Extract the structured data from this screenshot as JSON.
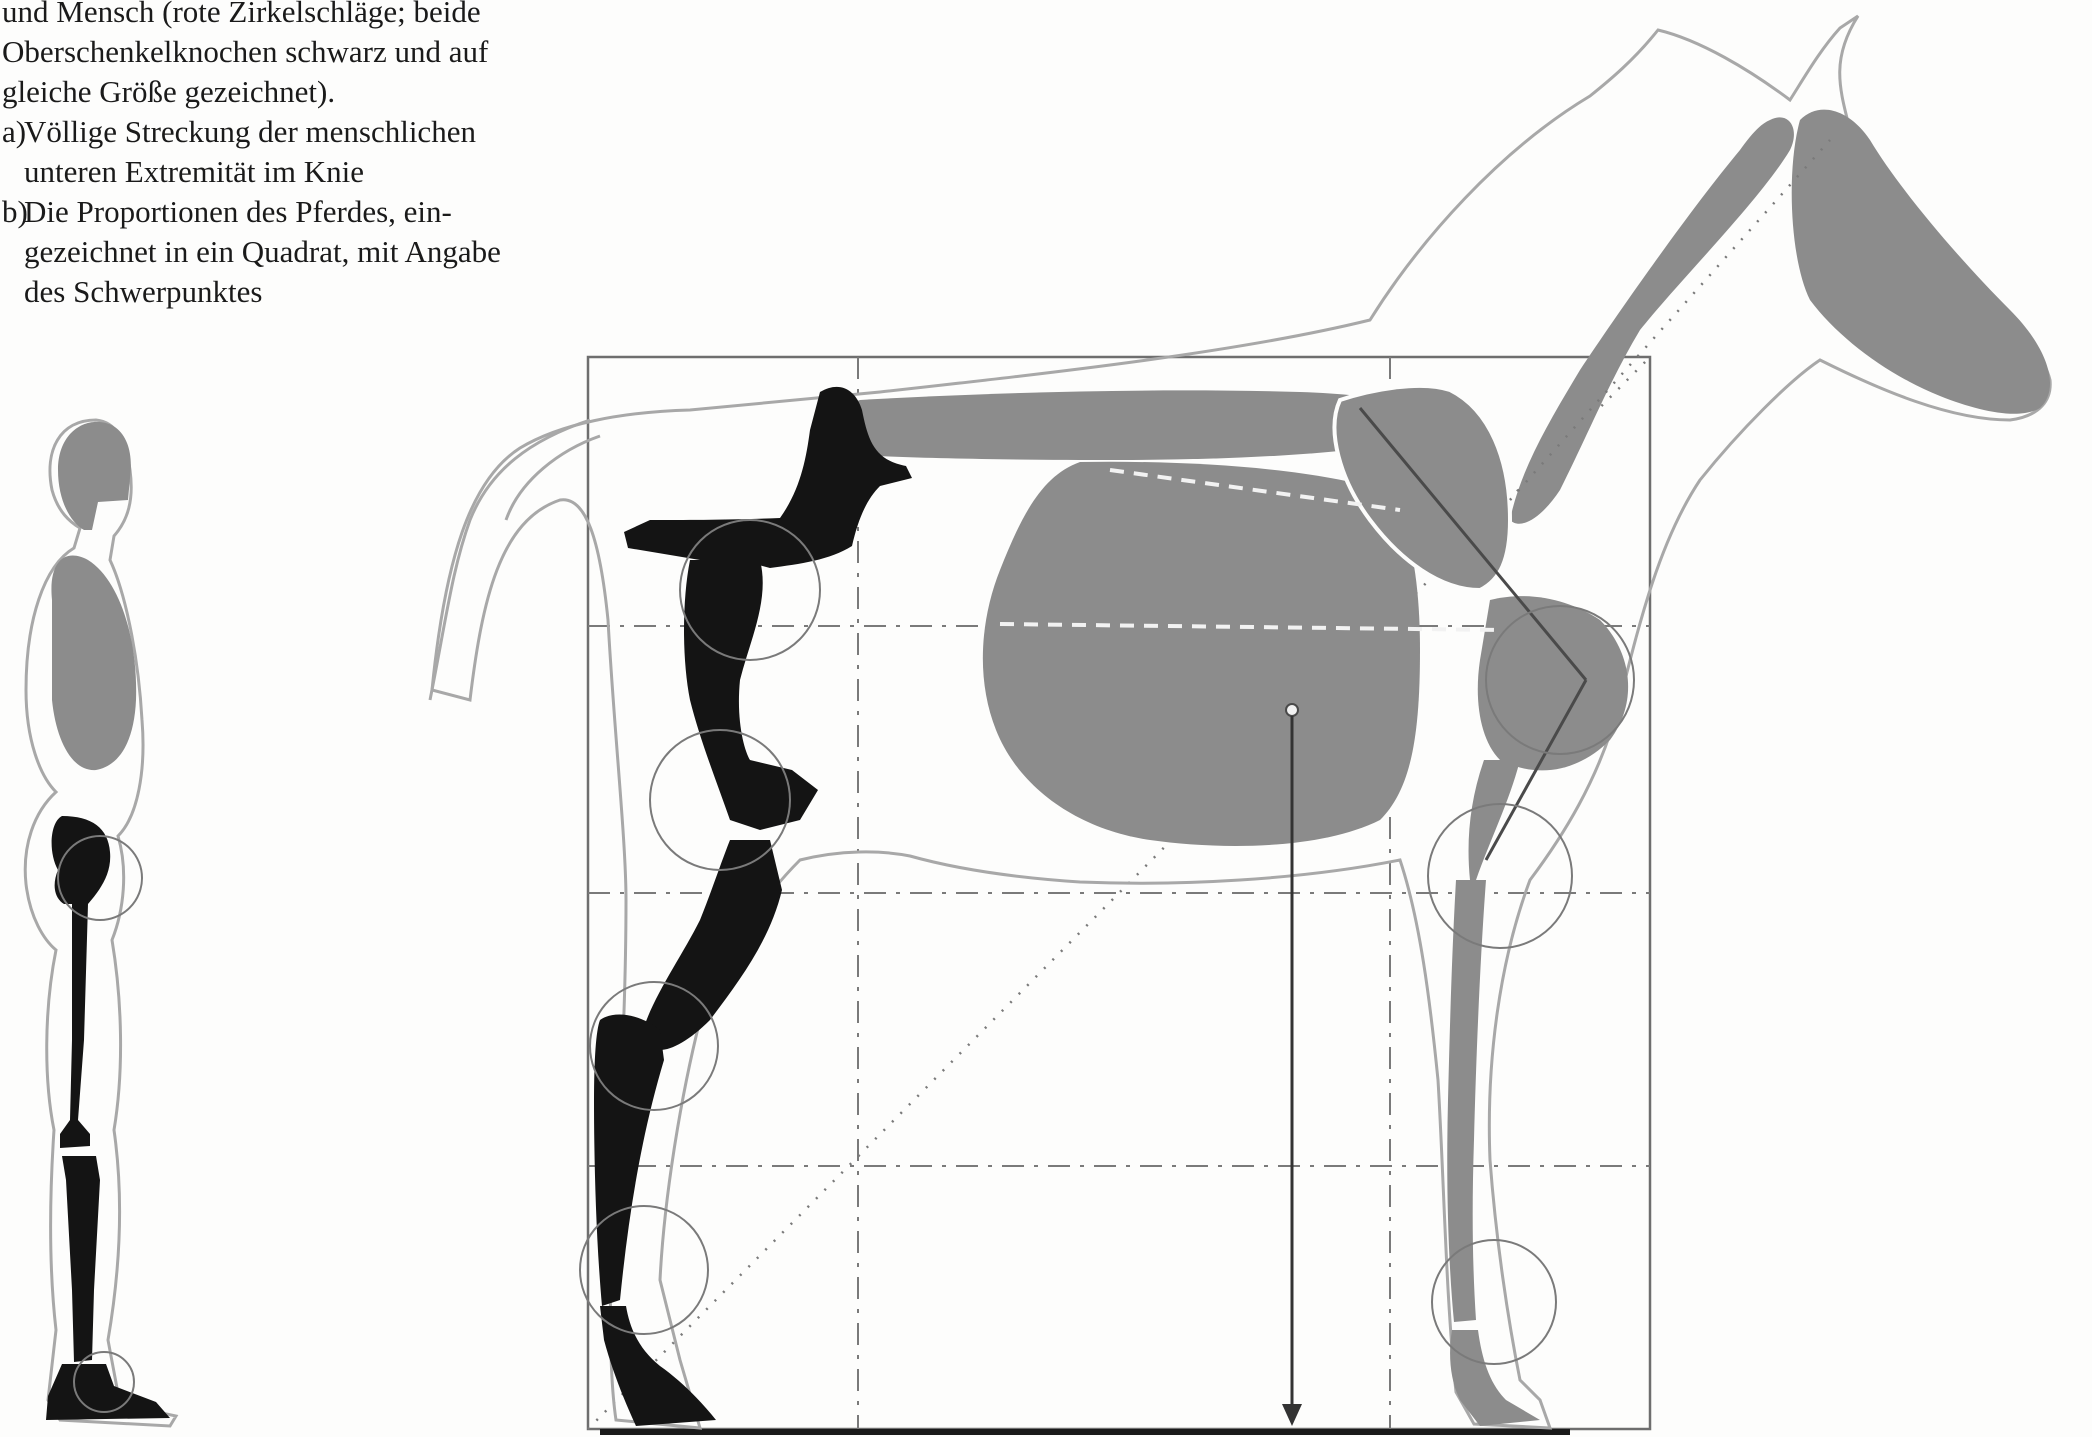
{
  "caption": {
    "intro_lines": [
      "und Mensch (rote Zirkelschläge; beide",
      "Oberschenkelknochen schwarz und auf",
      "gleiche Größe gezeichnet)."
    ],
    "items": [
      {
        "mark": "a)",
        "lines": [
          "Völlige Streckung der menschlichen",
          "unteren Extremität im Knie"
        ]
      },
      {
        "mark": "b)",
        "lines": [
          "Die Proportionen des Pferdes, ein-",
          "gezeichnet in ein Quadrat, mit Angabe",
          "des Schwerpunktes"
        ]
      }
    ]
  },
  "colors": {
    "bone": "#141414",
    "organ_gray": "#8c8c8c",
    "outline": "#9a9a9a",
    "guide_line": "#6e6e6e",
    "paper": "#fdfdfc"
  }
}
